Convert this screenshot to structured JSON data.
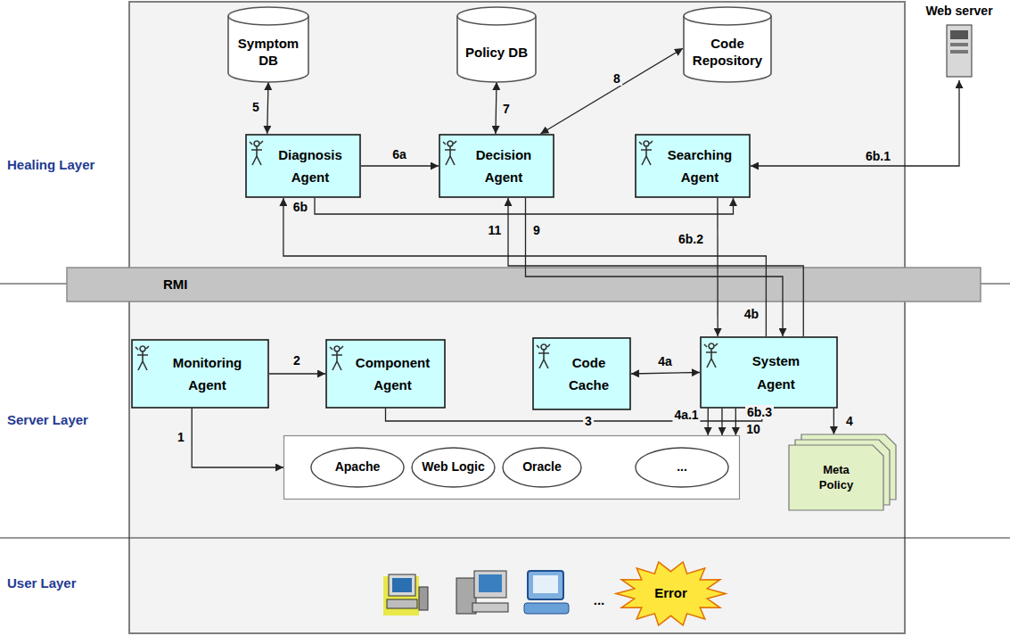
{
  "diagram": {
    "nodes": [
      {
        "text": [
          "Symptom DB"
        ]
      },
      {
        "text": [
          "Policy DB"
        ]
      },
      {
        "text": [
          "Code Repository"
        ]
      },
      {
        "text": [
          "Web server"
        ]
      },
      {
        "text": [
          "Diagnosis Agent"
        ]
      },
      {
        "text": [
          "Decision Agent"
        ]
      },
      {
        "text": [
          "Searching Agent"
        ]
      },
      {
        "text": [
          "RMI"
        ]
      },
      {
        "text": [
          "Monitoring Agent"
        ]
      },
      {
        "text": [
          "Component Agent"
        ]
      },
      {
        "text": [
          "Code Cache"
        ]
      },
      {
        "text": [
          "System Agent"
        ]
      },
      {
        "text": [
          "Meta Policy"
        ]
      },
      {
        "text": []
      },
      {
        "text": [
          "Apache"
        ],
        "in": 13
      },
      {
        "text": [
          "Web Logic"
        ],
        "in": 13
      },
      {
        "text": [
          "Oracle"
        ],
        "in": 13
      },
      {
        "text": [
          "..."
        ],
        "in": 13
      },
      {
        "text": [
          "Error"
        ]
      }
    ],
    "edges": [
      {
        "from": 8,
        "to": 13,
        "label": "1",
        "arrow": "to"
      },
      {
        "from": 8,
        "to": 9,
        "label": "2",
        "arrow": "to"
      },
      {
        "from": 9,
        "to": 11,
        "label": "3",
        "arrow": "to"
      },
      {
        "from": 11,
        "to": 12,
        "label": "4",
        "arrow": "to"
      },
      {
        "from": 10,
        "to": 11,
        "label": "4a",
        "arrow": "both"
      },
      {
        "from": 11,
        "to": 13,
        "label": "4a.1",
        "arrow": "to"
      },
      {
        "from": 11,
        "to": 4,
        "label": "4b",
        "arrow": "to"
      },
      {
        "from": 4,
        "to": 0,
        "label": "5",
        "arrow": "both"
      },
      {
        "from": 4,
        "to": 5,
        "label": "6a",
        "arrow": "to"
      },
      {
        "from": 4,
        "to": 6,
        "label": "6b",
        "arrow": "to"
      },
      {
        "from": 6,
        "to": 3,
        "label": "6b.1",
        "arrow": "both"
      },
      {
        "from": 6,
        "to": 11,
        "label": "6b.2",
        "arrow": "to"
      },
      {
        "from": 11,
        "to": 13,
        "label": "6b.3",
        "arrow": "to"
      },
      {
        "from": 1,
        "to": 5,
        "label": "7",
        "arrow": "both"
      },
      {
        "from": 5,
        "to": 2,
        "label": "8",
        "arrow": "both"
      },
      {
        "from": 5,
        "to": 11,
        "label": "9",
        "arrow": "to"
      },
      {
        "from": 11,
        "to": 13,
        "label": "10",
        "arrow": "to"
      },
      {
        "from": 11,
        "to": 5,
        "label": "11",
        "arrow": "to"
      }
    ],
    "labels": [
      "Healing Layer",
      "Server Layer",
      "User Layer",
      "..."
    ]
  }
}
